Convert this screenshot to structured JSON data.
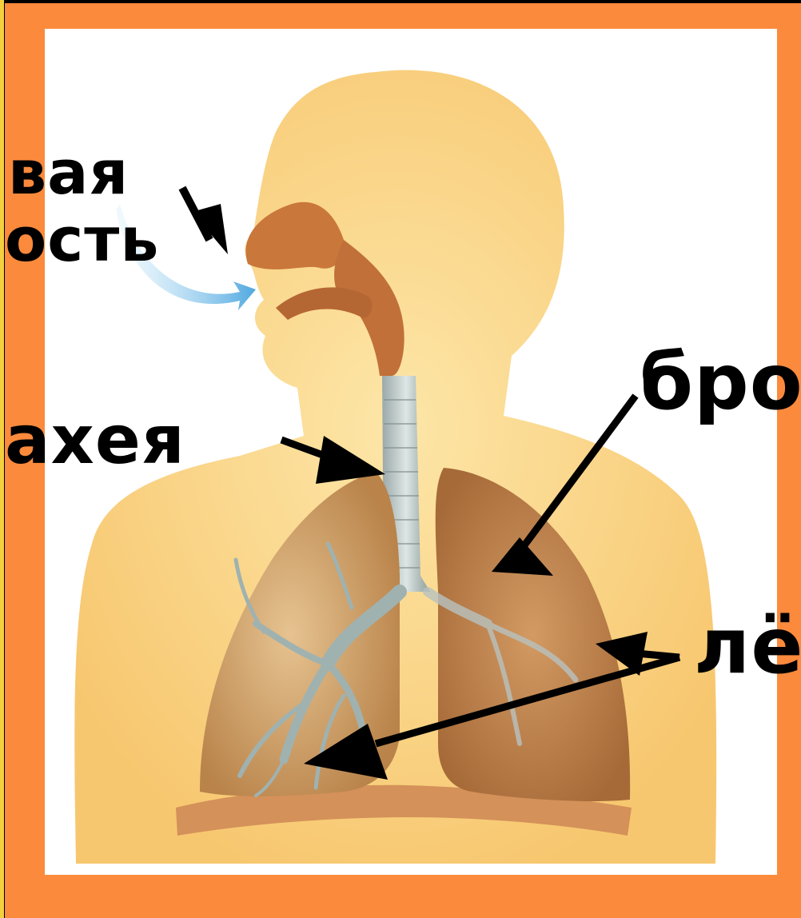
{
  "labels": {
    "nasal_line1": "вая",
    "nasal_line2": "ость",
    "trachea": "ахея",
    "bronchi": "бро",
    "lungs": "лё"
  },
  "colors": {
    "frame": "#fb8a3c",
    "skin": "#fcd98a",
    "lung": "#c8925a",
    "label": "#000000"
  }
}
